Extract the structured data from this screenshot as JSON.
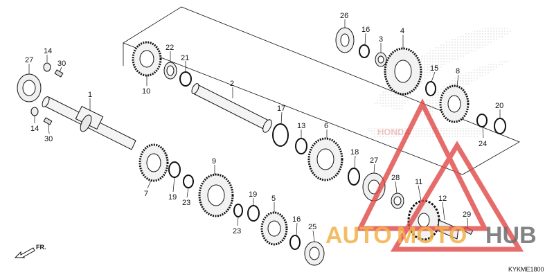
{
  "diagram_code": "KYKME1800",
  "direction_label": "FR.",
  "watermark": {
    "left": "AUTO",
    "middle": "MOTO",
    "right": "HUB",
    "logo_text": "HONDA"
  },
  "colors": {
    "watermark_orange": "#f2b24a",
    "watermark_gray": "#6e6e6e",
    "watermark_red": "#e04848",
    "line": "#111111",
    "gear_fill": "#f2f2f2"
  },
  "part_numbers": [
    "1",
    "2",
    "3",
    "4",
    "5",
    "6",
    "7",
    "8",
    "9",
    "10",
    "11",
    "12",
    "13",
    "14",
    "15",
    "16",
    "17",
    "18",
    "19",
    "20",
    "21",
    "22",
    "23",
    "24",
    "25",
    "26",
    "27",
    "28",
    "29",
    "30"
  ]
}
